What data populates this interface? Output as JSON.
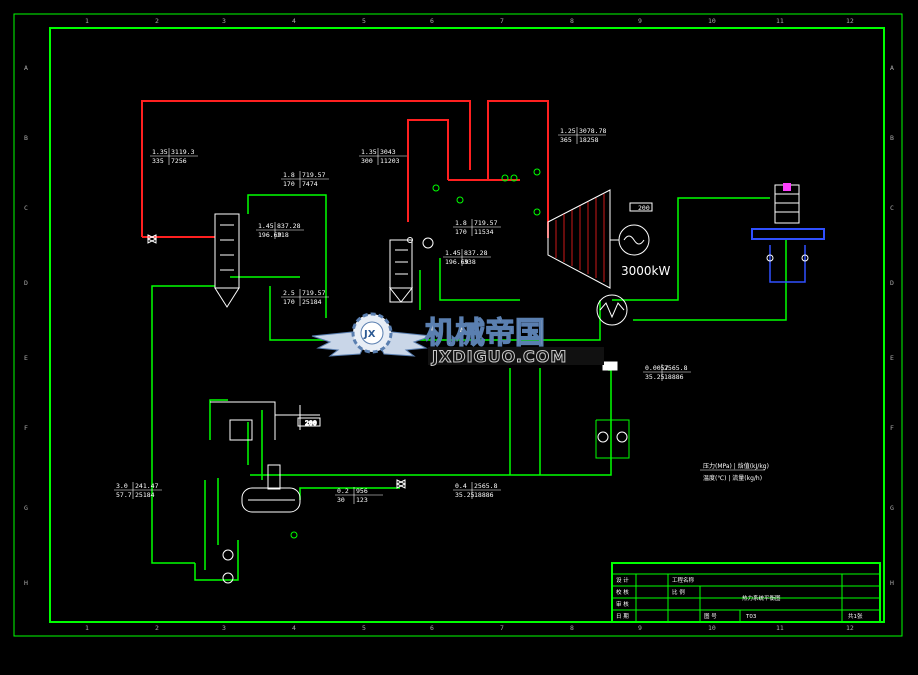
{
  "drawing": {
    "border_color": "#00ff00",
    "steam_color": "#ff2020",
    "water_color": "#00ff00",
    "cool_color": "#3050ff",
    "col_ticks": [
      "1",
      "2",
      "3",
      "4",
      "5",
      "6",
      "7",
      "8",
      "9",
      "10",
      "11",
      "12"
    ],
    "row_ticks": [
      "A",
      "B",
      "C",
      "D",
      "E",
      "F",
      "G",
      "H"
    ]
  },
  "state_points": {
    "sp1": {
      "p": "1.35",
      "h": "3119.3",
      "t": "335",
      "g": "7256"
    },
    "sp2": {
      "p": "1.8",
      "h": "719.57",
      "t": "170",
      "g": "7474"
    },
    "sp3": {
      "p": "1.45",
      "h": "837.28",
      "t": "196.69",
      "g": "218"
    },
    "sp4": {
      "p": "2.5",
      "h": "719.57",
      "t": "170",
      "g": "25184"
    },
    "sp5": {
      "p": "1.35",
      "h": "3043",
      "t": "300",
      "g": "11203"
    },
    "sp6": {
      "p": "1.25",
      "h": "3078.78",
      "t": "365",
      "g": "18258"
    },
    "sp7": {
      "p": "1.8",
      "h": "719.57",
      "t": "170",
      "g": "11534"
    },
    "sp8": {
      "p": "1.45",
      "h": "837.28",
      "t": "196.69",
      "g": "338"
    },
    "sp9": {
      "p": "0.0057",
      "h": "2565.8",
      "t": "35.25",
      "g": "18886"
    },
    "sp10": {
      "p": "3.0",
      "h": "241.47",
      "t": "57.7",
      "g": "25184"
    },
    "sp11": {
      "p": "0.2",
      "h": "956",
      "t": "30",
      "g": "123"
    },
    "sp12": {
      "p": "0.4",
      "h": "2565.8",
      "t": "35.25",
      "g": "18886"
    }
  },
  "labels": {
    "turbine_power": "3000kW",
    "turbine_tag": "200",
    "deaerator_tag": "200"
  },
  "legend": {
    "row1": "压力(MPa) | 焓值(kJ/kg)",
    "row2": "温度(℃) | 流量(kg/h)"
  },
  "title_block": {
    "designer": "设 计",
    "checker": "校 核",
    "approver": "审 核",
    "date": "日 期",
    "unit": "工程名称",
    "ratio": "比 例",
    "drawing_title": "热力系统平衡图",
    "sheet_label": "图 号",
    "sheet_no": "T03",
    "scale": "比 例",
    "page": "共1张"
  },
  "watermark": {
    "cn": "机械帝国",
    "en": "JXDIGUO.COM",
    "emblem": "JX"
  }
}
